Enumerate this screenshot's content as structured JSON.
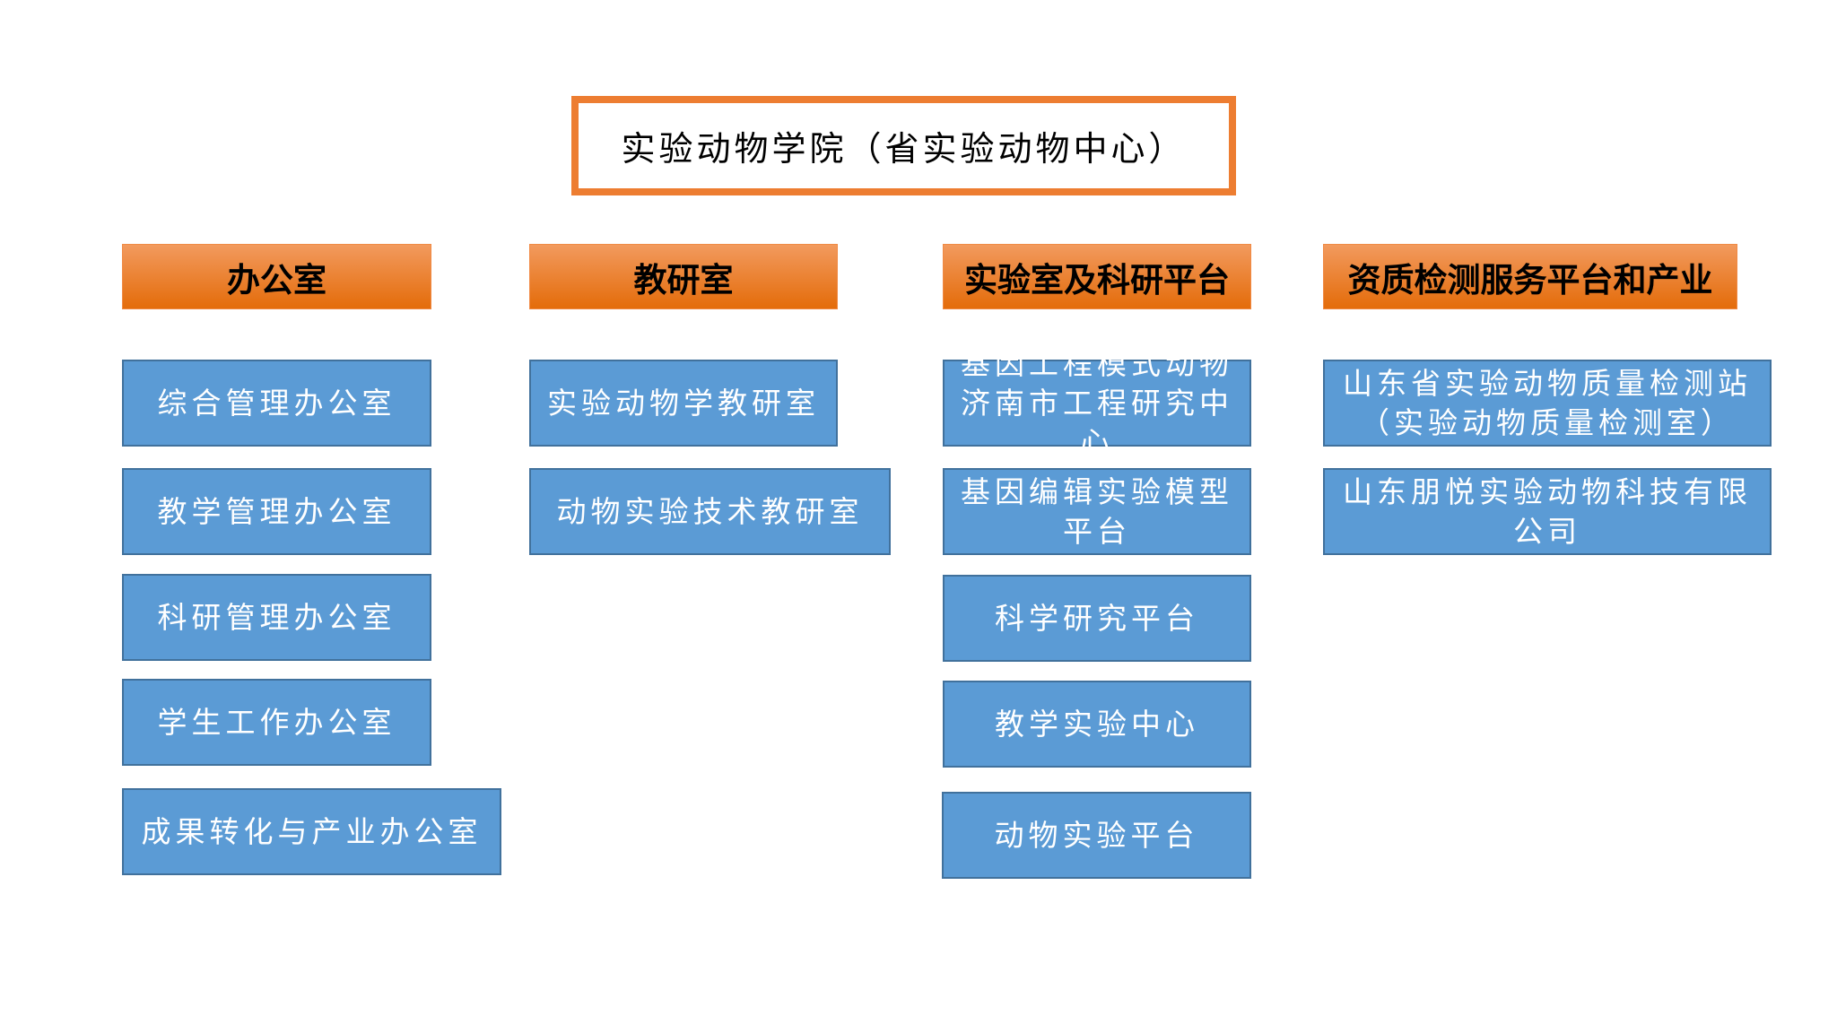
{
  "title": "实验动物学院（省实验动物中心）",
  "columns": [
    {
      "header": "办公室",
      "items": [
        "综合管理办公室",
        "教学管理办公室",
        "科研管理办公室",
        "学生工作办公室",
        "成果转化与产业办公室"
      ]
    },
    {
      "header": "教研室",
      "items": [
        "实验动物学教研室",
        "动物实验技术教研室"
      ]
    },
    {
      "header": "实验室及科研平台",
      "items": [
        "基因工程模式动物济南市工程研究中心",
        "基因编辑实验模型平台",
        "科学研究平台",
        "教学实验中心",
        "动物实验平台"
      ]
    },
    {
      "header": "资质检测服务平台和产业",
      "items": [
        "山东省实验动物质量检测站（实验动物质量检测室）",
        "山东朋悦实验动物科技有限公司"
      ]
    }
  ]
}
